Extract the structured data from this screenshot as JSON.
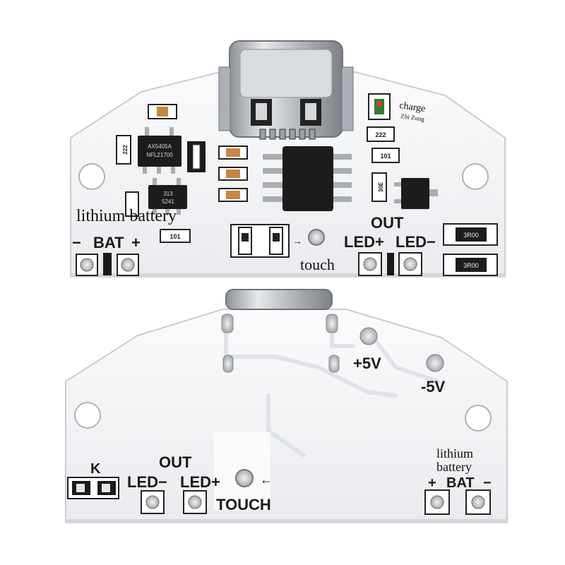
{
  "top_board": {
    "label_lithium_battery": "lithium battery",
    "label_bat": "BAT",
    "label_minus": "−",
    "label_plus": "+",
    "label_out": "OUT",
    "label_led_plus": "LED+",
    "label_led_minus": "LED−",
    "label_touch": "touch",
    "label_charge": "charge",
    "label_zhi_zong": "Zhi Zong",
    "ic1_line1": "AX5405A",
    "ic1_line2": "NFL21700",
    "ic2_line1": "313",
    "ic2_line2": "5241",
    "res_101_a": "101",
    "res_101_b": "101",
    "res_222_a": "222",
    "res_222_b": "222",
    "res_30e": "30E",
    "res_3r00_a": "3R00",
    "res_3r00_b": "3R00"
  },
  "bottom_board": {
    "label_plus5v": "+5V",
    "label_minus5v": "-5V",
    "label_k": "K",
    "label_out": "OUT",
    "label_led_minus": "LED−",
    "label_led_plus": "LED+",
    "label_touch": "TOUCH",
    "label_lithium": "lithium",
    "label_battery": "battery",
    "label_bat": "BAT",
    "label_plus": "+",
    "label_minus": "−"
  },
  "colors": {
    "board": "#f4f5f6",
    "board_edge": "#c9ccd0",
    "silkscreen": "#1a1a1a",
    "metal": "#b8bcc0",
    "chip": "#1c1c1c",
    "copper": "#c7873f"
  }
}
